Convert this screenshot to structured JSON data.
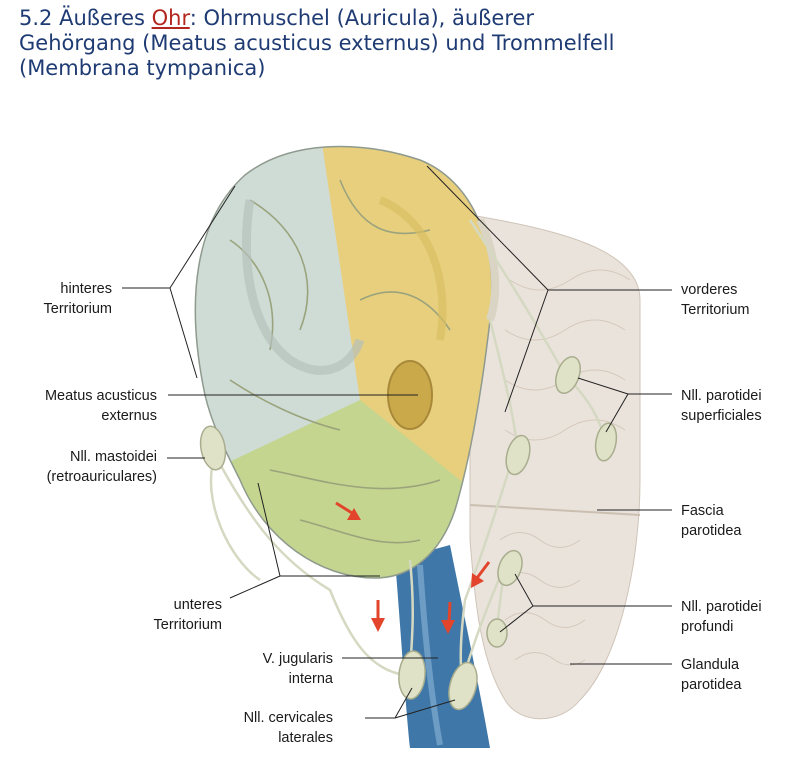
{
  "heading": {
    "prefix": "5.2 Äußeres ",
    "link": "Ohr",
    "rest_line1": ": Ohrmuschel (Auricula), äußerer",
    "line2": "Gehörgang (Meatus acusticus externus) und Trommelfell",
    "line3": "(Membrana tympanica)"
  },
  "labels": {
    "left": [
      [
        "hinteres",
        "Territorium"
      ],
      [
        "Meatus acusticus",
        "externus"
      ],
      [
        "Nll. mastoidei",
        "(retroauriculares)"
      ],
      [
        "unteres",
        "Territorium"
      ],
      [
        "V. jugularis",
        "interna"
      ],
      [
        "Nll. cervicales",
        "laterales"
      ]
    ],
    "right": [
      [
        "vorderes",
        "Territorium"
      ],
      [
        "Nll. parotidei",
        "superficiales"
      ],
      [
        "Fascia",
        "parotidea"
      ],
      [
        "Nll. parotidei",
        "profundi"
      ],
      [
        "Glandula",
        "parotidea"
      ]
    ]
  },
  "colors": {
    "heading": "#1f3b73",
    "link": "#b3261e",
    "posterior_territory": "#cfdcd6",
    "anterior_territory": "#e8cf7e",
    "inferior_territory": "#c3d58e",
    "vein": "#3f78a8",
    "gland": "#eae3dc",
    "lymph_node": "#dfe2c6",
    "arrow": "#e2452b"
  }
}
